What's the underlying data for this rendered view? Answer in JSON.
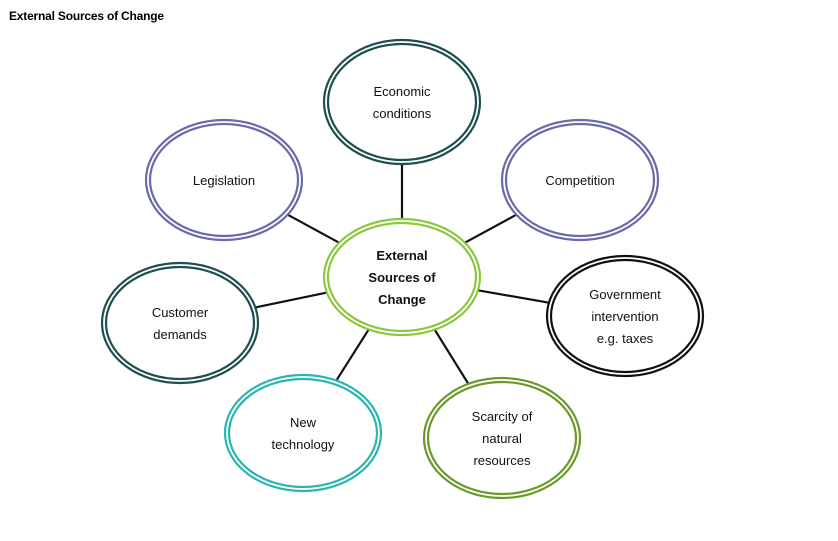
{
  "title": "External Sources of Change",
  "center": {
    "lines": [
      "External",
      "Sources of",
      "Change"
    ],
    "color": "#8dc63f"
  },
  "nodes": [
    {
      "id": "economic-conditions",
      "lines": [
        "Economic",
        "conditions"
      ],
      "color": "#1f4e4f"
    },
    {
      "id": "legislation",
      "lines": [
        "Legislation"
      ],
      "color": "#6a6aa8"
    },
    {
      "id": "competition",
      "lines": [
        "Competition"
      ],
      "color": "#6a6aa8"
    },
    {
      "id": "customer-demands",
      "lines": [
        "Customer",
        "demands"
      ],
      "color": "#1f4e4f"
    },
    {
      "id": "government-intervention",
      "lines": [
        "Government",
        "intervention",
        "e.g. taxes"
      ],
      "color": "#111111"
    },
    {
      "id": "new-technology",
      "lines": [
        "New",
        "technology"
      ],
      "color": "#2bb5b0"
    },
    {
      "id": "scarcity-natural-resources",
      "lines": [
        "Scarcity of",
        "natural",
        "resources"
      ],
      "color": "#6b9a2a"
    }
  ],
  "connector_color": "#111111"
}
